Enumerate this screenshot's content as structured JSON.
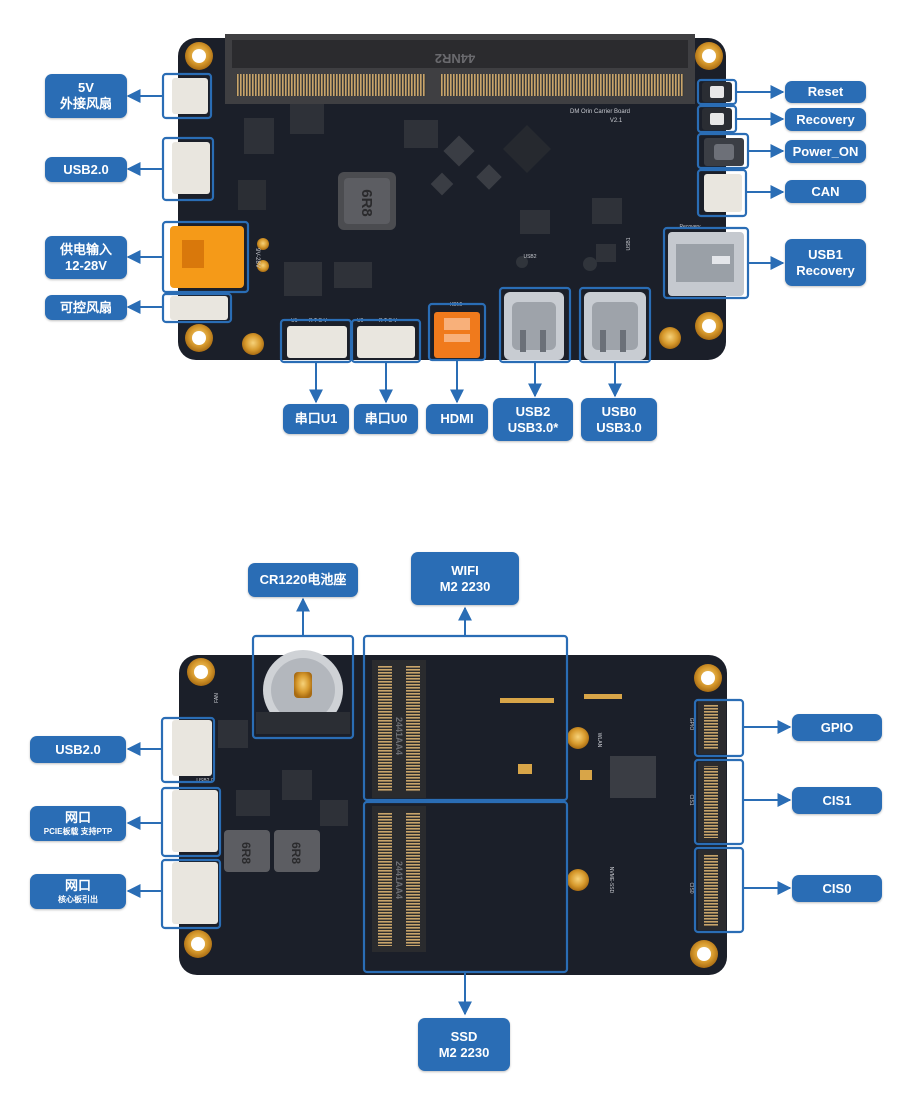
{
  "top_board": {
    "silkscreen": {
      "connector_code": "44NR2",
      "board_name": "DM Orin Carrier Board",
      "version": "V2.1",
      "inductor_code": "6R8",
      "recovery": "Recovery",
      "usb1": "USB1",
      "usb2": "USB2",
      "hdmi": "HDMI",
      "power_range": "9V-28V",
      "u1": "U1",
      "u0": "U0",
      "rtgv_1": "R T G V",
      "rtgv_2": "R T G V"
    },
    "labels": {
      "fan_5v": [
        "5V",
        "外接风扇"
      ],
      "usb20": [
        "USB2.0"
      ],
      "power_in": [
        "供电输入",
        "12-28V"
      ],
      "pwm_fan": [
        "可控风扇"
      ],
      "uart_u1": [
        "串口U1"
      ],
      "uart_u0": [
        "串口U0"
      ],
      "hdmi": [
        "HDMI"
      ],
      "usb2": [
        "USB2",
        "USB3.0*"
      ],
      "usb0": [
        "USB0",
        "USB3.0"
      ],
      "reset": [
        "Reset"
      ],
      "recovery": [
        "Recovery"
      ],
      "power_on": [
        "Power_ON"
      ],
      "can": [
        "CAN"
      ],
      "usb1_recovery": [
        "USB1",
        "Recovery"
      ]
    }
  },
  "bottom_board": {
    "silkscreen": {
      "ssd_code": "2441AA4",
      "m2_code": "2441AA4",
      "inductor_a": "6R8",
      "inductor_b": "6R8",
      "wlan": "WLAN",
      "nvme": "NVME-SSD",
      "gpio": "GPIO",
      "cis1": "CIS1",
      "cis0": "CIS0",
      "usb20": "USB2.0",
      "fan": "FAN"
    },
    "labels": {
      "cr1220": [
        "CR1220电池座"
      ],
      "wifi": [
        "WIFI",
        "M2 2230"
      ],
      "usb20": [
        "USB2.0"
      ],
      "eth_pcie": [
        "网口",
        "PCIE板载 支持PTP"
      ],
      "eth_core": [
        "网口",
        "核心板引出"
      ],
      "gpio": [
        "GPIO"
      ],
      "cis1": [
        "CIS1"
      ],
      "cis0": [
        "CIS0"
      ],
      "ssd": [
        "SSD",
        "M2 2230"
      ]
    }
  },
  "colors": {
    "label_bg": "#2a6db5",
    "callout": "#2a6db5",
    "pcb": "#1b1f29",
    "pcb_dark": "#11141b",
    "gold": "#d8a548",
    "connector_white": "#e9e6df",
    "hdmi_orange": "#f07a1c",
    "power_orange": "#f59a18"
  }
}
